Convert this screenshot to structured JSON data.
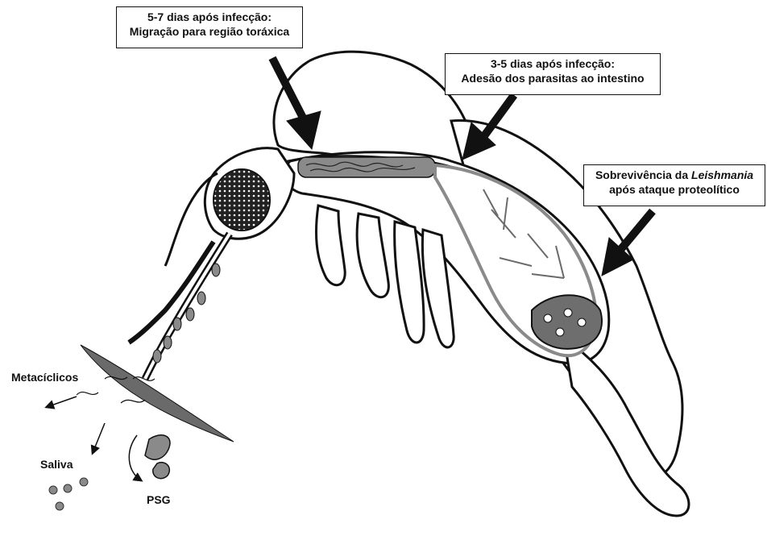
{
  "callouts": {
    "migration": {
      "line1": "5-7 dias após infecção:",
      "line2": "Migração para região toráxica"
    },
    "adhesion": {
      "line1": "3-5 dias após infecção:",
      "line2": "Adesão dos parasitas ao intestino"
    },
    "survival": {
      "line1_prefix": "Sobrevivência da ",
      "line1_italic": "Leishmania",
      "line2": "após ataque proteolítico"
    }
  },
  "labels": {
    "metacyclics": "Metacíclicos",
    "saliva": "Saliva",
    "psg": "PSG"
  },
  "colors": {
    "outline": "#111111",
    "organ_gray": "#8a8a8a",
    "blood_meal": "#6e6e6e",
    "light_gray": "#bdbdbd",
    "skin": "#6a6a6a"
  }
}
